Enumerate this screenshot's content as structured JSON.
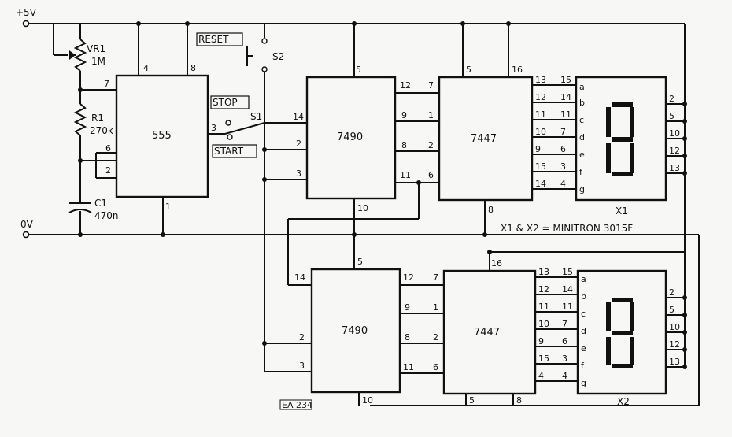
{
  "rails": {
    "plus": "+5V",
    "zero": "0V"
  },
  "components": {
    "vr1": {
      "ref": "VR1",
      "value": "1M"
    },
    "r1": {
      "ref": "R1",
      "value": "270k"
    },
    "c1": {
      "ref": "C1",
      "value": "470n"
    },
    "timer": {
      "name": "555",
      "pins": [
        "4",
        "8",
        "7",
        "6",
        "2",
        "3",
        "1"
      ]
    },
    "reset": {
      "label": "RESET",
      "ref": "S2"
    },
    "s1": {
      "ref": "S1",
      "stop": "STOP",
      "start": "START"
    }
  },
  "counter1": {
    "name": "7490",
    "pins": [
      "5",
      "14",
      "2",
      "3",
      "12",
      "9",
      "8",
      "11",
      "10"
    ]
  },
  "decoder1": {
    "name": "7447",
    "pins": [
      "5",
      "16",
      "7",
      "1",
      "2",
      "6",
      "8",
      "13",
      "12",
      "11",
      "10",
      "9",
      "15",
      "14",
      "15",
      "14",
      "11",
      "7",
      "6",
      "3",
      "4"
    ]
  },
  "display1": {
    "ref": "X1",
    "segments": [
      "a",
      "b",
      "c",
      "d",
      "e",
      "f",
      "g"
    ],
    "pins": [
      "2",
      "5",
      "10",
      "12",
      "13"
    ]
  },
  "counter2": {
    "name": "7490",
    "pins": [
      "5",
      "14",
      "2",
      "3",
      "12",
      "9",
      "8",
      "11",
      "10"
    ]
  },
  "decoder2": {
    "name": "7447",
    "pins": [
      "16",
      "7",
      "1",
      "2",
      "6",
      "5",
      "8",
      "13",
      "12",
      "11",
      "10",
      "9",
      "15",
      "4",
      "15",
      "14",
      "11",
      "7",
      "6",
      "3",
      "4"
    ]
  },
  "display2": {
    "ref": "X2",
    "segments": [
      "a",
      "b",
      "c",
      "d",
      "e",
      "f",
      "g"
    ],
    "pins": [
      "2",
      "5",
      "10",
      "12",
      "13"
    ]
  },
  "note": "X1 & X2 = MINITRON 3015F",
  "code": "EA 234"
}
